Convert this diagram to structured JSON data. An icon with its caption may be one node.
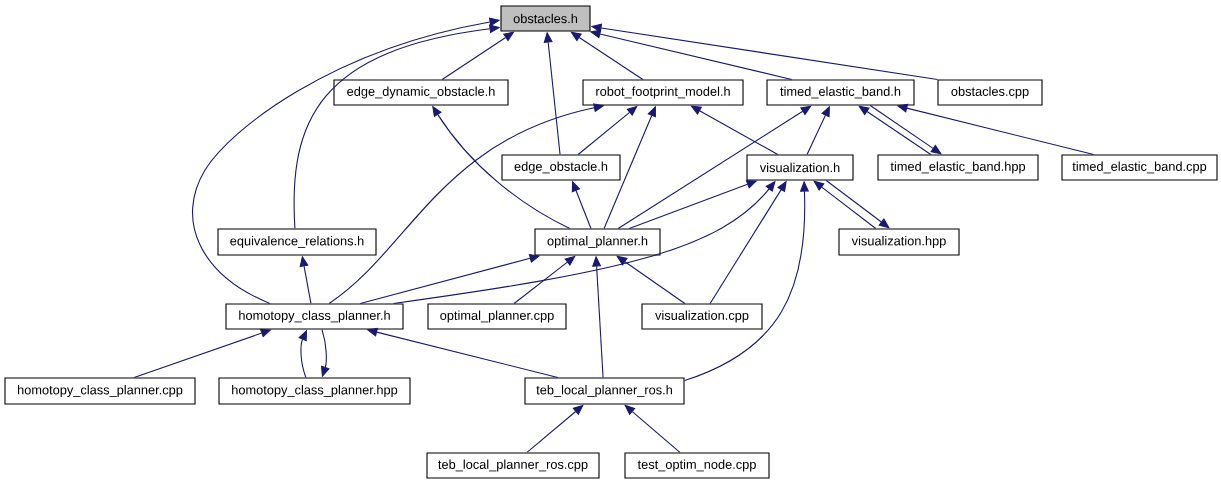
{
  "diagram": {
    "nodes": [
      {
        "text": [
          "obstacles.h"
        ]
      },
      {
        "text": [
          "edge_dynamic_obstacle.h"
        ]
      },
      {
        "text": [
          "robot_footprint_model.h"
        ]
      },
      {
        "text": [
          "timed_elastic_band.h"
        ]
      },
      {
        "text": [
          "obstacles.cpp"
        ]
      },
      {
        "text": [
          "edge_obstacle.h"
        ]
      },
      {
        "text": [
          "visualization.h"
        ]
      },
      {
        "text": [
          "timed_elastic_band.hpp"
        ]
      },
      {
        "text": [
          "timed_elastic_band.cpp"
        ]
      },
      {
        "text": [
          "equivalence_relations.h"
        ]
      },
      {
        "text": [
          "optimal_planner.h"
        ]
      },
      {
        "text": [
          "visualization.hpp"
        ]
      },
      {
        "text": [
          "homotopy_class_planner.h"
        ]
      },
      {
        "text": [
          "optimal_planner.cpp"
        ]
      },
      {
        "text": [
          "visualization.cpp"
        ]
      },
      {
        "text": [
          "homotopy_class_planner.cpp"
        ]
      },
      {
        "text": [
          "homotopy_class_planner.hpp"
        ]
      },
      {
        "text": [
          "teb_local_planner_ros.h"
        ]
      },
      {
        "text": [
          "teb_local_planner_ros.cpp"
        ]
      },
      {
        "text": [
          "test_optim_node.cpp"
        ]
      }
    ],
    "edges": [
      {
        "from": 1,
        "to": 0,
        "arrow": "to"
      },
      {
        "from": 2,
        "to": 0,
        "arrow": "to"
      },
      {
        "from": 3,
        "to": 0,
        "arrow": "to"
      },
      {
        "from": 4,
        "to": 0,
        "arrow": "to"
      },
      {
        "from": 5,
        "to": 0,
        "arrow": "to"
      },
      {
        "from": 9,
        "to": 0,
        "arrow": "to"
      },
      {
        "from": 12,
        "to": 0,
        "arrow": "to"
      },
      {
        "from": 10,
        "to": 1,
        "arrow": "to"
      },
      {
        "from": 5,
        "to": 2,
        "arrow": "to"
      },
      {
        "from": 10,
        "to": 2,
        "arrow": "to"
      },
      {
        "from": 6,
        "to": 2,
        "arrow": "to"
      },
      {
        "from": 12,
        "to": 2,
        "arrow": "to"
      },
      {
        "from": 10,
        "to": 3,
        "arrow": "to"
      },
      {
        "from": 6,
        "to": 3,
        "arrow": "to"
      },
      {
        "from": 7,
        "to": 3,
        "arrow": "to"
      },
      {
        "from": 3,
        "to": 7,
        "arrow": "to"
      },
      {
        "from": 8,
        "to": 3,
        "arrow": "to"
      },
      {
        "from": 10,
        "to": 5,
        "arrow": "to"
      },
      {
        "from": 10,
        "to": 6,
        "arrow": "to"
      },
      {
        "from": 12,
        "to": 6,
        "arrow": "to"
      },
      {
        "from": 14,
        "to": 6,
        "arrow": "to"
      },
      {
        "from": 17,
        "to": 6,
        "arrow": "to"
      },
      {
        "from": 11,
        "to": 6,
        "arrow": "to"
      },
      {
        "from": 6,
        "to": 11,
        "arrow": "to"
      },
      {
        "from": 12,
        "to": 9,
        "arrow": "to"
      },
      {
        "from": 12,
        "to": 10,
        "arrow": "to"
      },
      {
        "from": 13,
        "to": 10,
        "arrow": "to"
      },
      {
        "from": 14,
        "to": 10,
        "arrow": "to"
      },
      {
        "from": 17,
        "to": 10,
        "arrow": "to"
      },
      {
        "from": 15,
        "to": 12,
        "arrow": "to"
      },
      {
        "from": 16,
        "to": 12,
        "arrow": "to"
      },
      {
        "from": 12,
        "to": 16,
        "arrow": "to"
      },
      {
        "from": 17,
        "to": 12,
        "arrow": "to"
      },
      {
        "from": 18,
        "to": 17,
        "arrow": "to"
      },
      {
        "from": 19,
        "to": 17,
        "arrow": "to"
      }
    ]
  }
}
